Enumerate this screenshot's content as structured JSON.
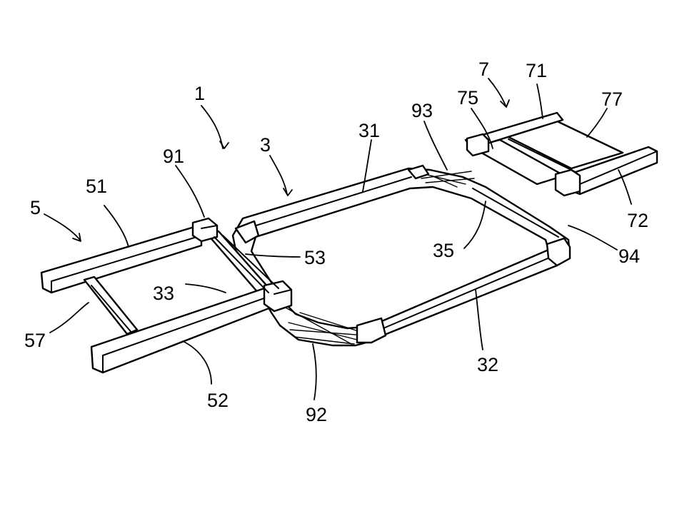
{
  "labels": {
    "l1": "1",
    "l3": "3",
    "l5": "5",
    "l7": "7",
    "l31": "31",
    "l32": "32",
    "l33": "33",
    "l35": "35",
    "l51": "51",
    "l52": "52",
    "l53": "53",
    "l57": "57",
    "l71": "71",
    "l72": "72",
    "l75": "75",
    "l77": "77",
    "l91": "91",
    "l92": "92",
    "l93": "93",
    "l94": "94"
  }
}
